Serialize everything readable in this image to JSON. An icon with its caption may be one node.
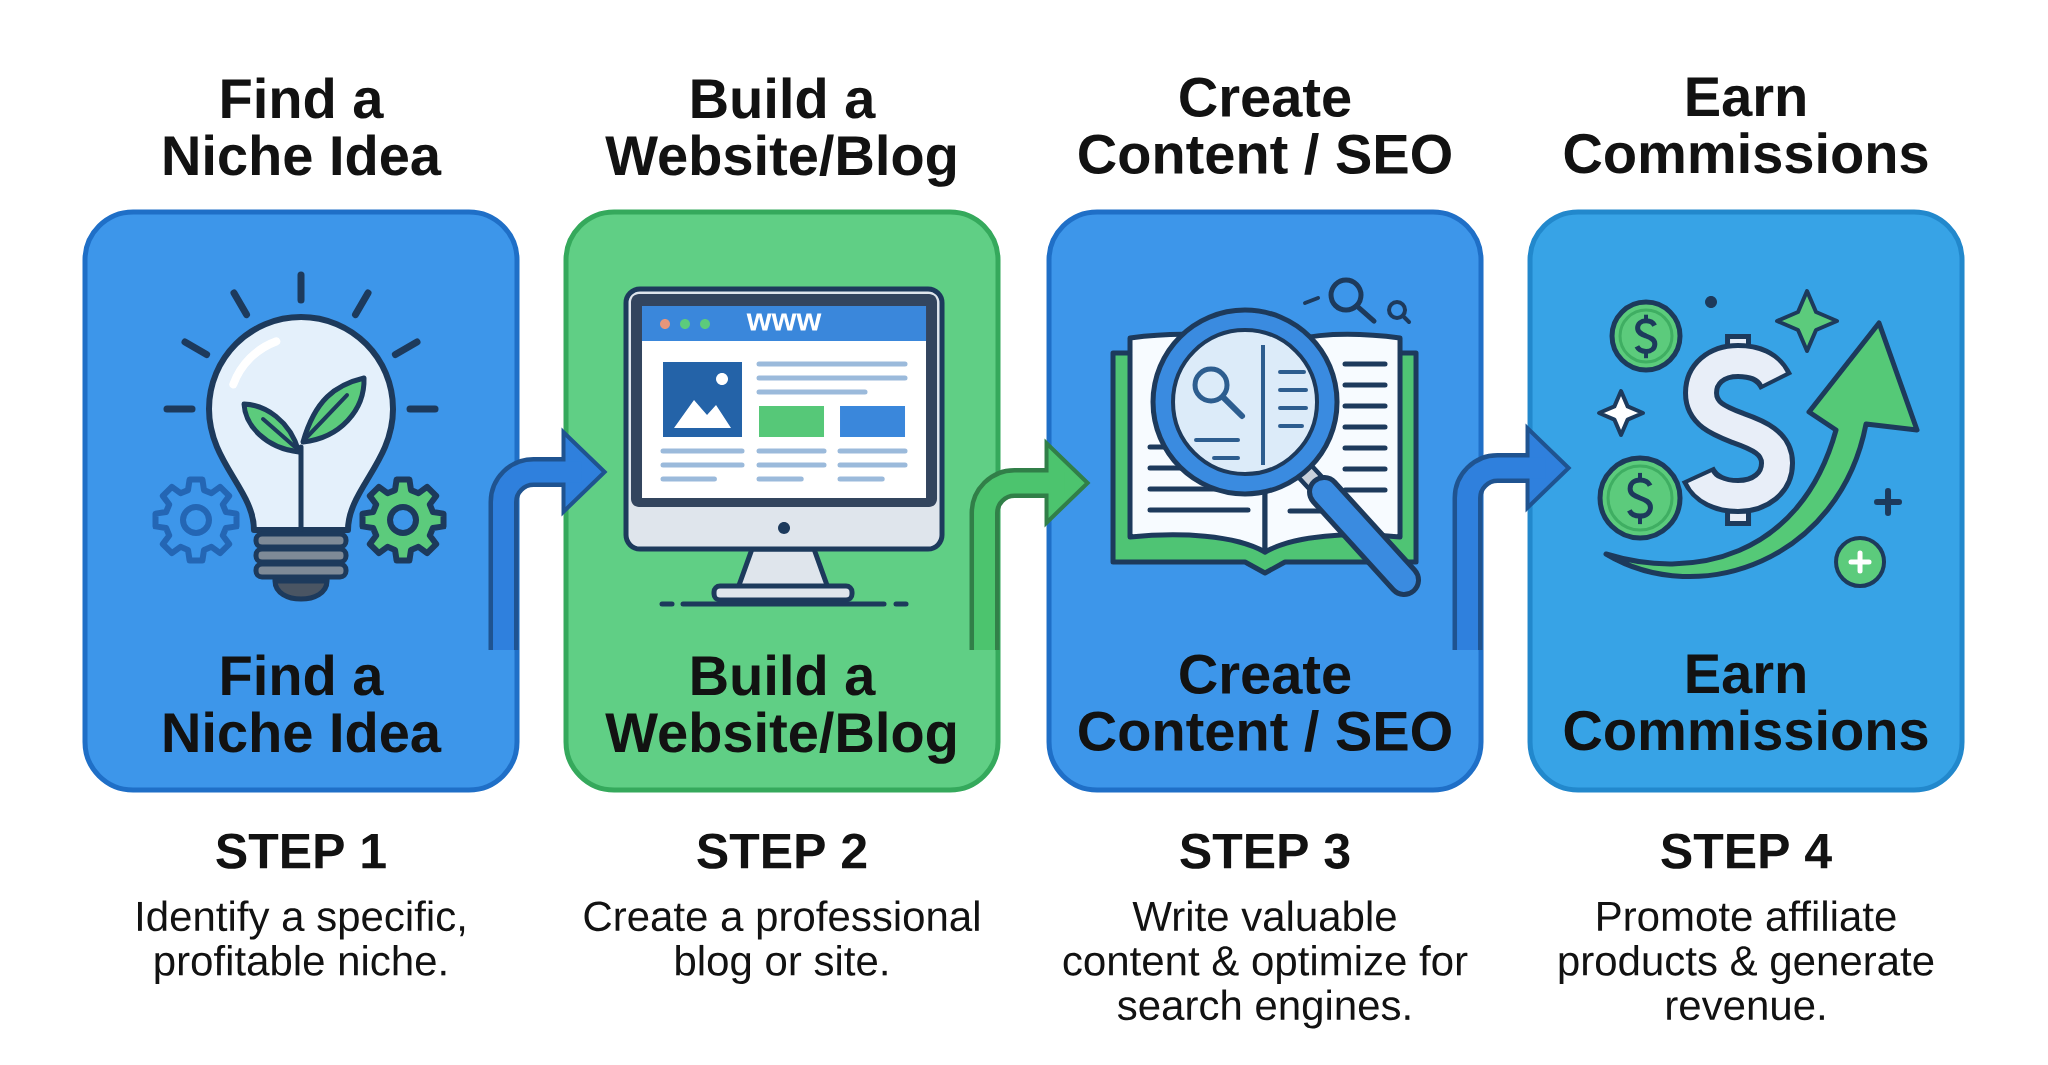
{
  "diagram": {
    "nodes": [
      {
        "text": [
          "Find a Niche Idea",
          "Find a Niche Idea"
        ],
        "beside": [
          "STEP 1",
          "Identify a specific, profitable niche."
        ]
      },
      {
        "text": [
          "Build a Website/Blog",
          "Build a Website/Blog"
        ],
        "beside": [
          "STEP 2",
          "Create a professional blog or site."
        ]
      },
      {
        "text": [
          "Create Content / SEO",
          "Create Content / SEO"
        ],
        "beside": [
          "STEP 3",
          "Write valuable content & optimize for search engines."
        ]
      },
      {
        "text": [
          "Earn Commissions",
          "Earn Commissions"
        ],
        "beside": [
          "STEP 4",
          "Promote affiliate products & generate revenue."
        ]
      }
    ],
    "edges": [
      {
        "from": 0,
        "to": 1,
        "arrow": "to"
      },
      {
        "from": 1,
        "to": 2,
        "arrow": "to",
        "color": "#4cc46e"
      },
      {
        "from": 2,
        "to": 3,
        "arrow": "to"
      }
    ],
    "labels": [
      "www"
    ]
  }
}
